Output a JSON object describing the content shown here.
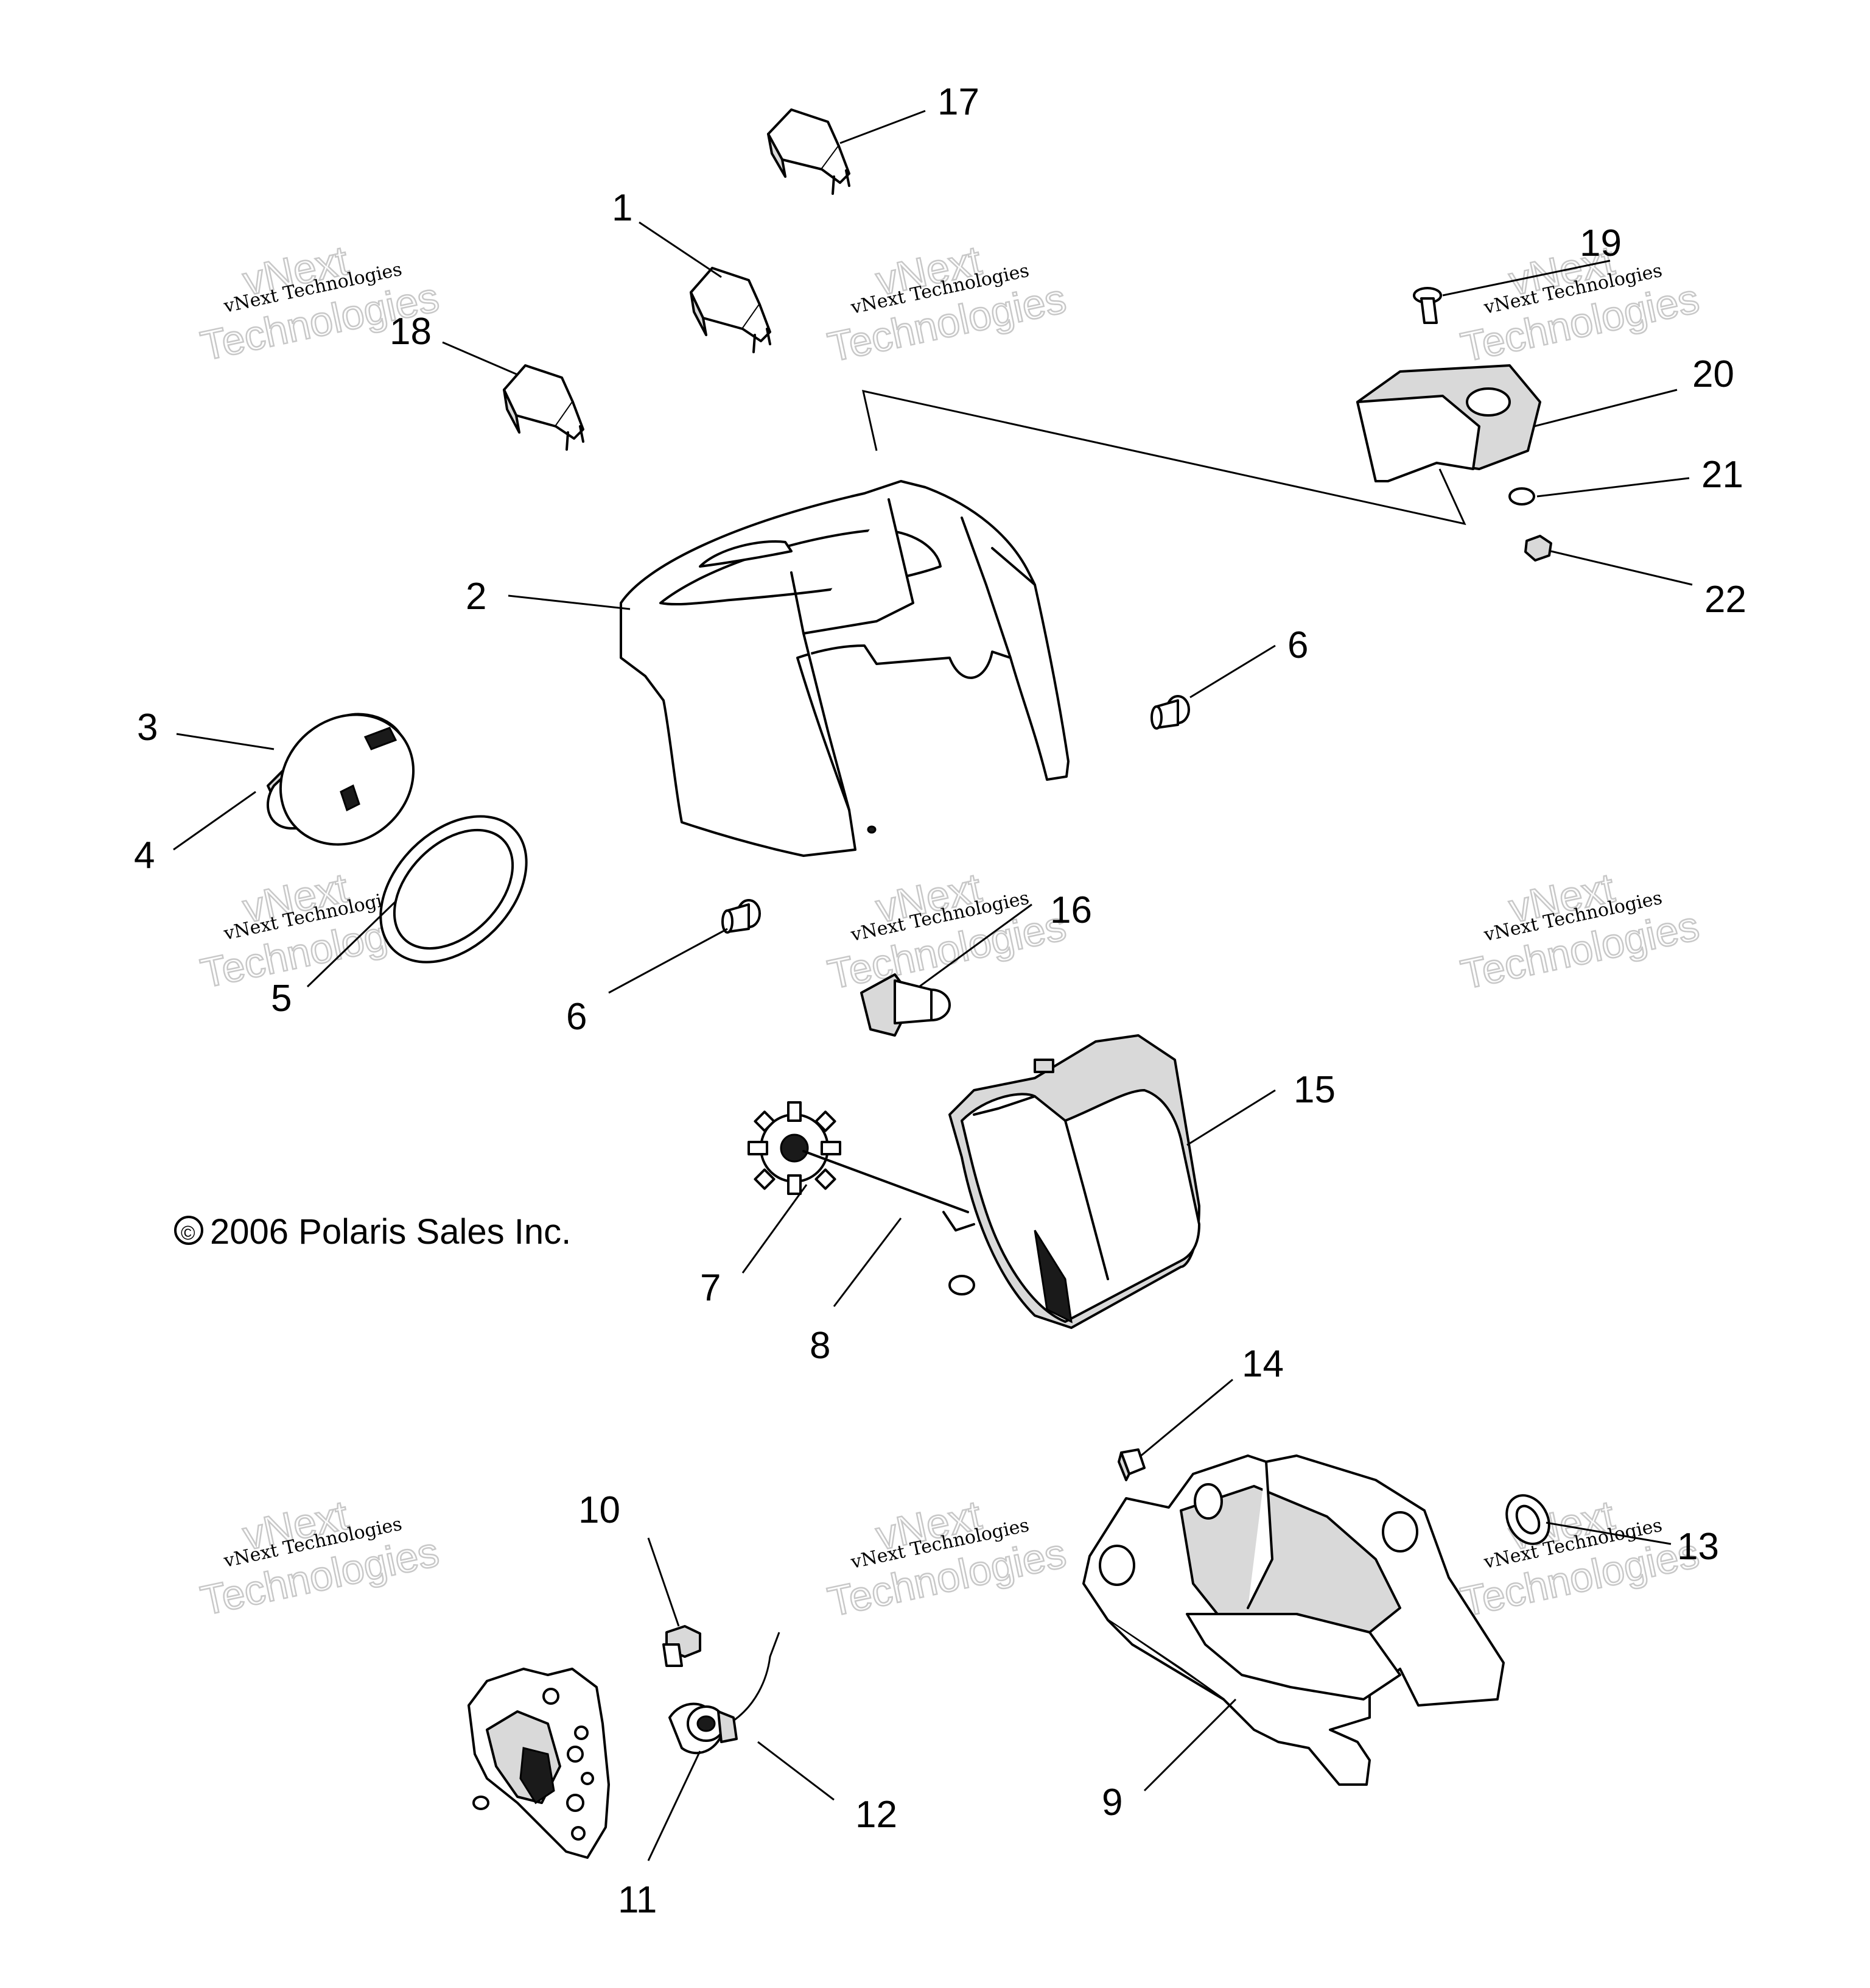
{
  "callouts": [
    "1",
    "2",
    "3",
    "4",
    "5",
    "6",
    "6",
    "7",
    "8",
    "9",
    "10",
    "11",
    "12",
    "13",
    "14",
    "15",
    "16",
    "17",
    "18",
    "19",
    "20",
    "21",
    "22"
  ],
  "copyright": "2006 Polaris Sales Inc.",
  "copyright_symbol": "©",
  "watermark": {
    "line1": "vNext",
    "line2": "vNext Technologies",
    "line3": "Technologies"
  },
  "colors": {
    "line": "#000000",
    "background": "#ffffff",
    "watermark": "#c8c8c8"
  }
}
